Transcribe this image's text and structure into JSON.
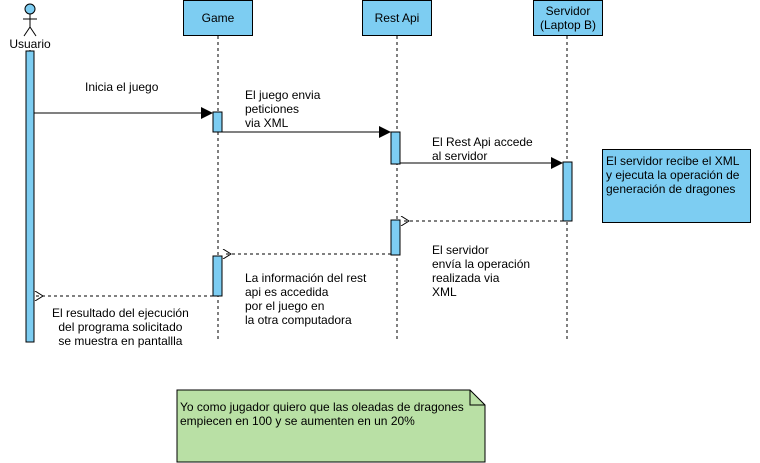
{
  "actors": {
    "user": "Usuario",
    "game": "Game",
    "api": "Rest Api",
    "server": "Servidor\n(Laptop B)"
  },
  "messages": {
    "m1": "Inicia el juego",
    "m2": "El juego envia\npeticiones\nvia XML",
    "m3": "El Rest Api accede\nal servidor",
    "m4": "El servidor\nenvía la operación\nrealizada via\nXML",
    "m5": "La información del rest\napi es accedida\npor el juego en\nla otra computadora",
    "m6": "El resultado del ejecución\ndel programa solicitado\nse muestra en pantallla"
  },
  "notes": {
    "server_note": "El servidor recibe el XML\ny ejecuta la operación de\ngeneración de dragones",
    "story_note": "Yo como jugador quiero que las oleadas de dragones\nempiecen en 100 y se aumenten en un 20%"
  },
  "colors": {
    "lifeline_fill": "#7dcdf2",
    "note_green": "#b9e0a5",
    "stroke": "#000000"
  }
}
